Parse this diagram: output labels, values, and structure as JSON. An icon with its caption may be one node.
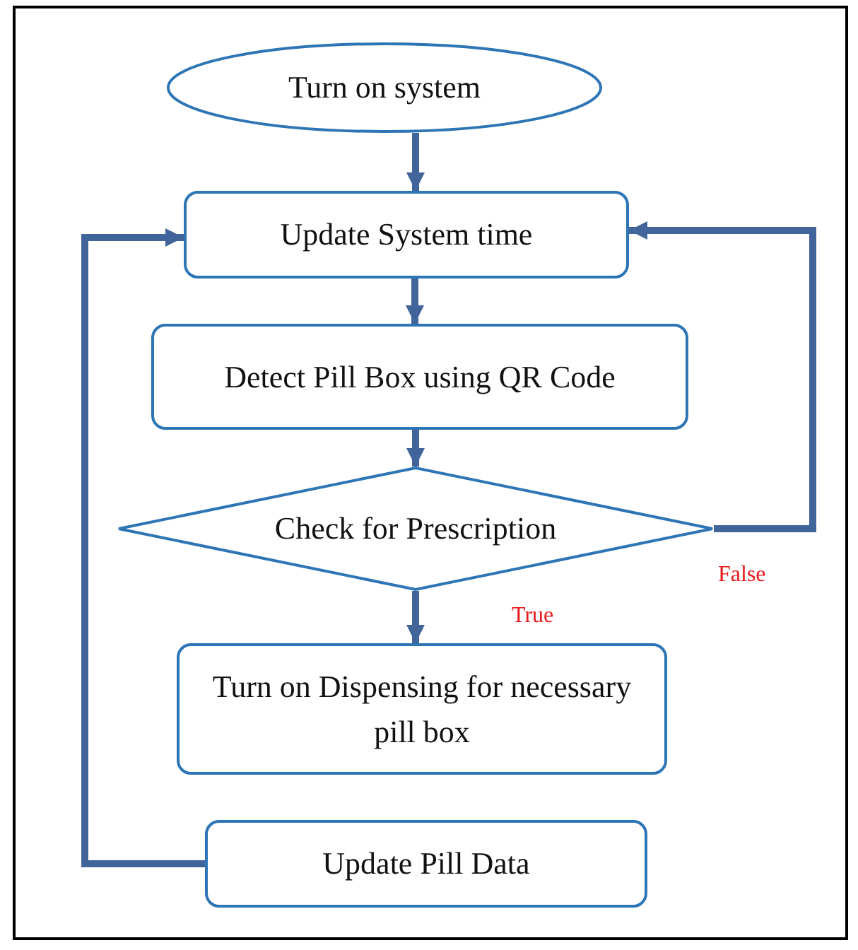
{
  "diagram": {
    "nodes": [
      {
        "text": [
          "Turn on system"
        ]
      },
      {
        "text": [
          "Update System time"
        ]
      },
      {
        "text": [
          "Detect Pill Box using QR Code"
        ]
      },
      {
        "text": [
          "Check for Prescription"
        ]
      },
      {
        "text": [
          "Turn on Dispensing for necessary pill box"
        ]
      },
      {
        "text": [
          "Update Pill Data"
        ]
      }
    ],
    "edges": [
      {
        "from": 0,
        "to": 1,
        "arrow": "to"
      },
      {
        "from": 1,
        "to": 2,
        "arrow": "to"
      },
      {
        "from": 2,
        "to": 3,
        "arrow": "to"
      },
      {
        "from": 3,
        "to": 4,
        "arrow": "to",
        "label": "True"
      },
      {
        "from": 3,
        "to": 1,
        "arrow": "to",
        "label": "False"
      },
      {
        "from": 5,
        "to": 1,
        "arrow": "to"
      }
    ]
  }
}
